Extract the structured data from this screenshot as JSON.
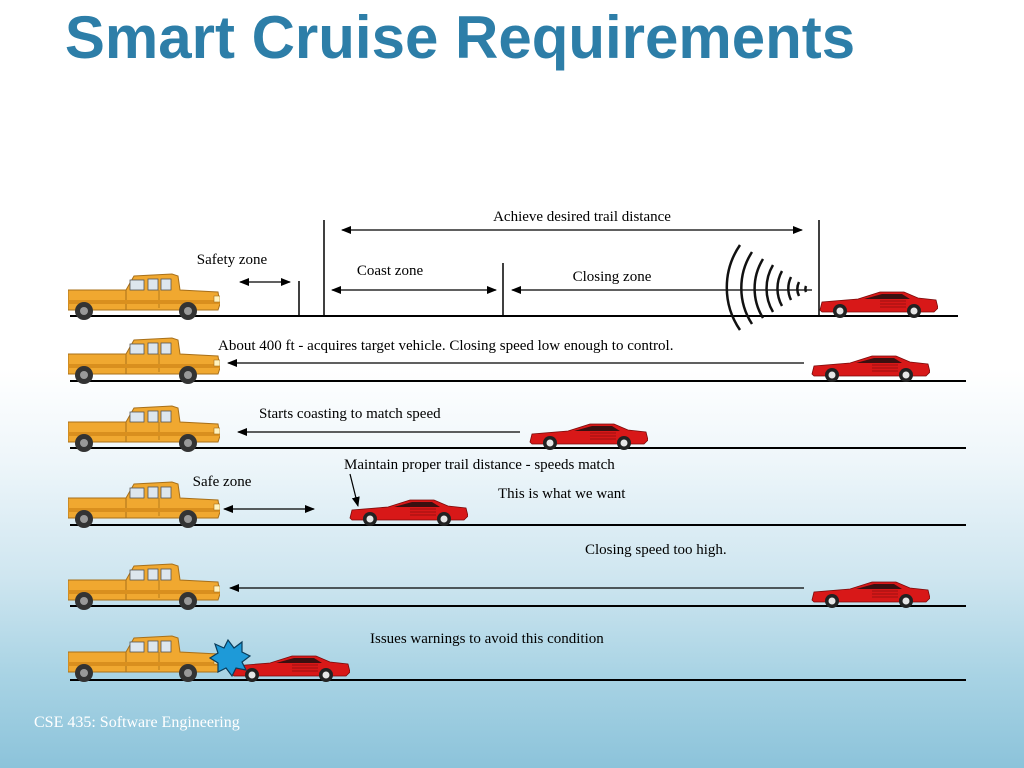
{
  "title": "Smart Cruise Requirements",
  "footer": "CSE 435: Software Engineering",
  "colors": {
    "title": "#2d7ea8",
    "truck": "#f0a830",
    "car": "#d81818"
  },
  "rows": [
    {
      "labels": {
        "achieve": "Achieve desired trail distance",
        "safety": "Safety zone",
        "coast": "Coast zone",
        "closing": "Closing zone"
      }
    },
    {
      "label": "About 400 ft - acquires target vehicle. Closing speed low enough to control."
    },
    {
      "label": "Starts coasting to match speed"
    },
    {
      "label": "Maintain proper trail distance - speeds match",
      "safe_zone": "Safe zone",
      "note": "This is what we want"
    },
    {
      "label": "Closing speed too high."
    },
    {
      "label": "Issues warnings to avoid this condition"
    }
  ]
}
